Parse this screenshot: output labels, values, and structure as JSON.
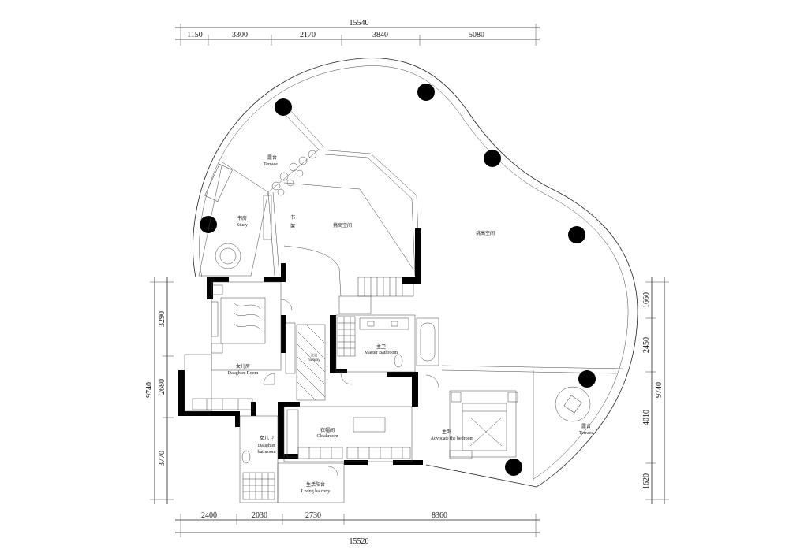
{
  "dimensions": {
    "top_total": "15540",
    "top_segments": [
      "1150",
      "3300",
      "2170",
      "3840",
      "5080"
    ],
    "bottom_total": "15520",
    "bottom_segments": [
      "2400",
      "2030",
      "2730",
      "8360"
    ],
    "left_total": "9740",
    "left_segments": [
      "3290",
      "2680",
      "3770"
    ],
    "right_total": "9740",
    "right_segments": [
      "1660",
      "2450",
      "4010",
      "1620"
    ]
  },
  "rooms": {
    "terrace_top_zh": "露台",
    "terrace_top_en": "Terrace",
    "study_zh": "书房",
    "study_en": "Study",
    "bookshelf_zh_1": "书",
    "bookshelf_zh_2": "架",
    "void_zh_1": "挑高空间",
    "void_zh_2": "挑高空间",
    "master_bath_zh": "主卫",
    "master_bath_en": "Master Bathroom",
    "daughter_room_zh": "女儿房",
    "daughter_room_en": "Daughter Room",
    "daughter_bath_zh": "女儿卫",
    "daughter_bath_en_1": "Daughter",
    "daughter_bath_en_2": "bathroom",
    "cloakroom_zh": "衣帽间",
    "cloakroom_en": "Cloakroom",
    "master_bedroom_zh": "主卧",
    "master_bedroom_en": "Advocate the bedroom",
    "terrace_right_zh": "露台",
    "terrace_right_en": "Terrace",
    "living_balcony_zh": "生活阳台",
    "living_balcony_en": "Living balcony",
    "corridor_zh": "过道",
    "corridor_en": "hallway"
  }
}
